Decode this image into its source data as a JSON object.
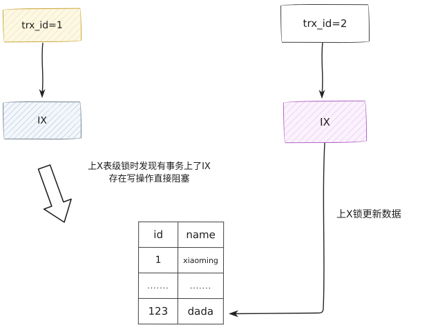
{
  "diagram": {
    "nodes": {
      "trx1": {
        "label": "trx_id=1",
        "border_color": "#c9a437",
        "fill_color": "#fdf8e3"
      },
      "ix_left": {
        "label": "IX",
        "border_color": "#71828f",
        "fill_color": "#f3f7fb"
      },
      "trx2": {
        "label": "trx_id=2",
        "border_color": "#3a3a3a",
        "fill_color": "#ffffff"
      },
      "ix_right": {
        "label": "IX",
        "border_color": "#b05fc5",
        "fill_color": "#fbf2fd"
      }
    },
    "annotations": {
      "block_note_line1": "上X表级锁时发现有事务上了IX",
      "block_note_line2": "存在写操作直接阻塞",
      "update_note": "上X锁更新数据"
    },
    "table": {
      "headers": [
        "id",
        "name"
      ],
      "rows": [
        [
          "1",
          "xiaoming"
        ],
        [
          ".......",
          "......."
        ],
        [
          "123",
          "dada"
        ]
      ]
    },
    "connector_color": "#222222"
  }
}
